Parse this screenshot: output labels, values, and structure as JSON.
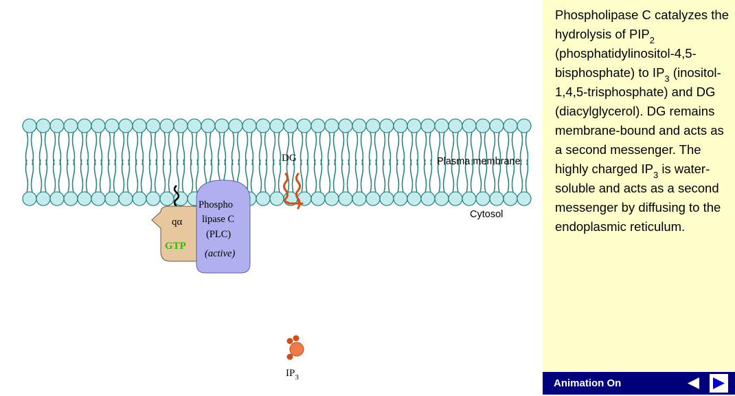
{
  "diagram": {
    "labels": {
      "dg": "DG",
      "plasma_membrane": "Plasma membrane",
      "cytosol": "Cytosol",
      "g_alpha": "qα",
      "gtp": "GTP",
      "plc_line1": "Phospho",
      "plc_line2": "lipase C",
      "plc_line3": "(PLC)",
      "plc_line4": "(active)",
      "ip3_base": "IP",
      "ip3_sub": "3"
    },
    "colors": {
      "lipid_head_fill": "#c4ecec",
      "lipid_stroke": "#2e8585",
      "g_protein": "#e6c79e",
      "gtp_text": "#33bb00",
      "plc_fill": "#b0b0f0",
      "dg_color": "#d0501a",
      "ip3_color": "#f07a4a"
    }
  },
  "panel": {
    "text": {
      "t1": "Phospholipase C catalyzes the hydrolysis of PIP",
      "s1": "2",
      "t2": " (phosphatidylinositol-4,5-bisphosphate) to IP",
      "s2": "3",
      "t3": " (inositol-1,4,5-trisphosphate) and DG (diacylglycerol). DG remains membrane-bound and acts as a second messenger. The highly charged IP",
      "s3": "3",
      "t4": "  is water-soluble and acts as a second messenger by diffusing to the endoplasmic reticulum."
    },
    "controls": {
      "animation_label": "Animation On",
      "prev_icon": "left-arrow-icon",
      "next_icon": "right-arrow-icon"
    }
  }
}
